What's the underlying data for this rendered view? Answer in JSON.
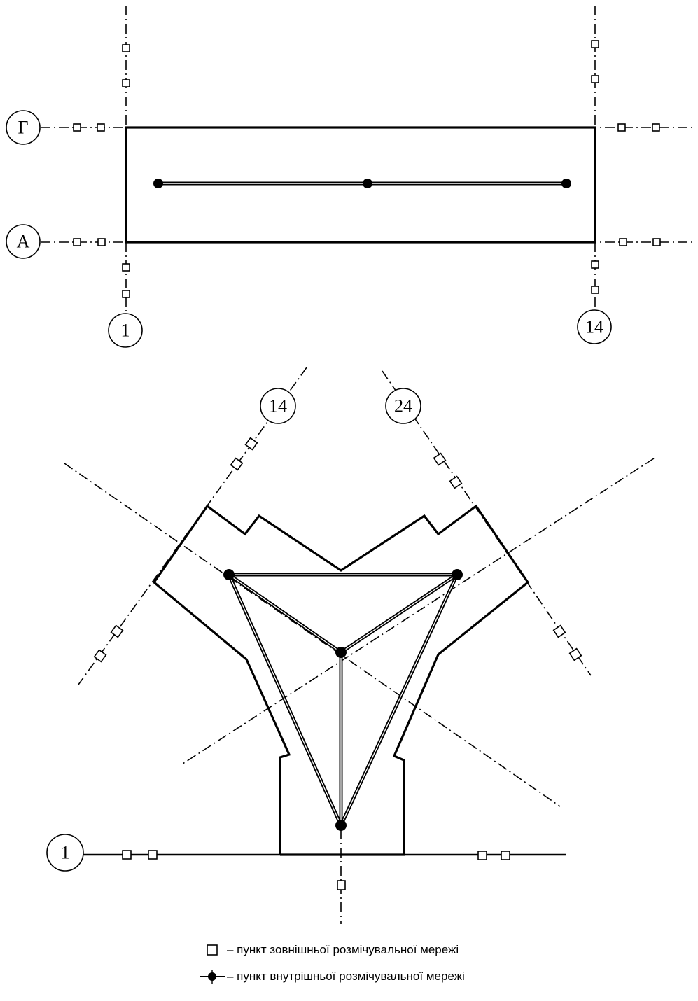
{
  "plan_top": {
    "axis_labels": {
      "row_top": "Г",
      "row_bottom": "А",
      "col_left": "1",
      "col_right": "14"
    }
  },
  "plan_bottom": {
    "axis_labels": {
      "axis_a": "14",
      "axis_b": "24",
      "axis_c": "1"
    }
  },
  "legend": {
    "external_point": "– пункт зовнішньої розмічувальної мережі",
    "internal_point": "– пункт внутрішньої розмічувальної мережі"
  },
  "colors": {
    "line": "#000000",
    "background": "#ffffff"
  }
}
